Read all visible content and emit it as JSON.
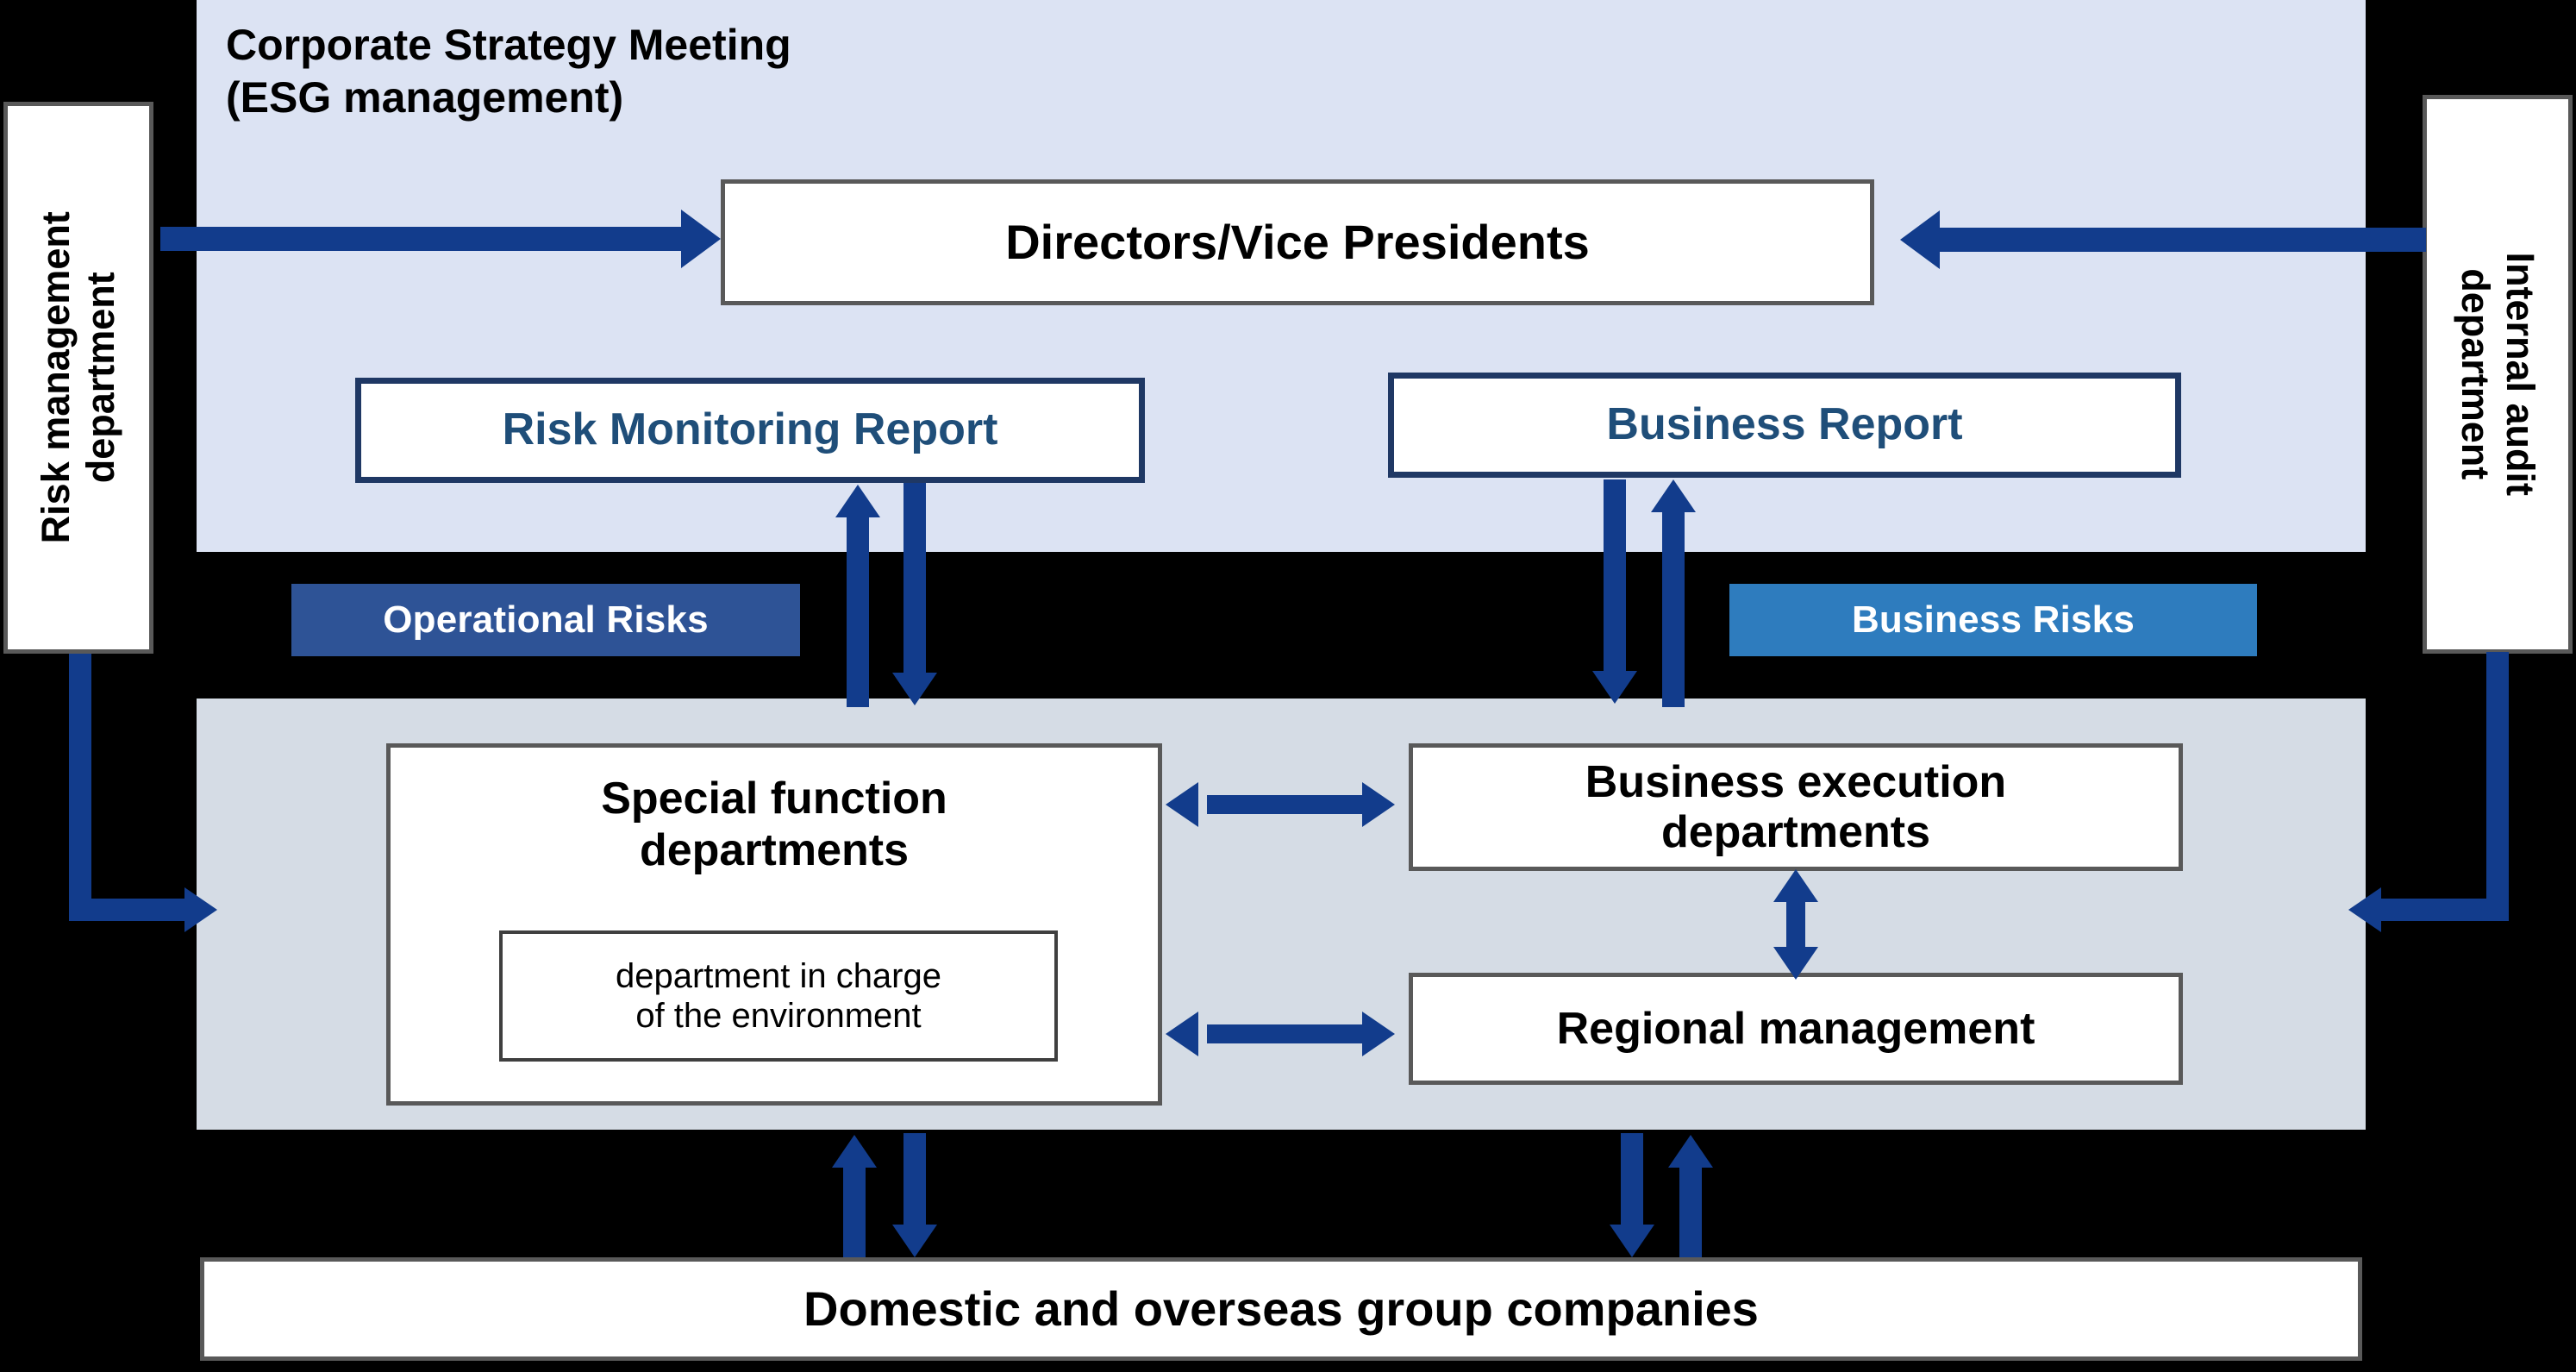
{
  "diagram": {
    "title_line1": "Corporate Strategy Meeting",
    "title_line2": "(ESG management)",
    "colors": {
      "panel_top": "#DCE3F3",
      "panel_mid": "#D5DCE5",
      "arrow_blue": "#123C8C",
      "operational_risks_badge": "#2E5396",
      "business_risks_badge": "#2E7CBE",
      "report_text": "#1F4E79",
      "report_border": "#1F3864",
      "box_border": "#595959",
      "background": "#000000"
    }
  },
  "side": {
    "left_label": "Risk management department",
    "right_label": "Internal audit department"
  },
  "top": {
    "directors_label": "Directors/Vice Presidents",
    "risk_monitoring_report_label": "Risk Monitoring Report",
    "business_report_label": "Business Report"
  },
  "badges": {
    "operational_risks": "Operational Risks",
    "business_risks": "Business Risks"
  },
  "middle": {
    "special_function_line1": "Special function",
    "special_function_line2": "departments",
    "environment_line1": "department in charge",
    "environment_line2": "of the environment",
    "business_execution_line1": "Business execution",
    "business_execution_line2": "departments",
    "regional_management_label": "Regional management"
  },
  "bottom": {
    "group_companies_label": "Domestic and overseas group companies"
  }
}
